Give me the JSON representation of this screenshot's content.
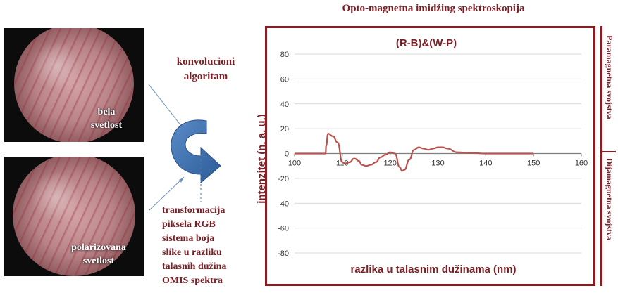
{
  "header": {
    "title": "Opto-magnetna imidžing spektroskopija"
  },
  "photos": {
    "top_label": "bela\nsvetlost",
    "bottom_label": "polarizovana\nsvetlost"
  },
  "labels": {
    "algorithm": "konvolucioni\nalgoritam",
    "transform": "transformacija\npiksela RGB\nsistema boja\nslike u razliku\ntalasnih dužina\nOMIS spektra"
  },
  "side": {
    "paramagnetic": "Paramagnetna svojstva",
    "diamagnetic": "Dijamagnetna svojstva"
  },
  "chart_data": {
    "type": "line",
    "title": "(R-B)&(W-P)",
    "xlabel": "razlika u talasnim dužinama (nm)",
    "ylabel": "intenzitet (n. a. u.)",
    "xlim": [
      100,
      160
    ],
    "ylim": [
      -80,
      80
    ],
    "xticks": [
      100,
      110,
      120,
      130,
      140,
      150,
      160
    ],
    "yticks": [
      80,
      60,
      40,
      20,
      0,
      -20,
      -40,
      -60,
      -80
    ],
    "grid": true,
    "color": "#b85450",
    "series": [
      {
        "x": [
          100,
          106.5,
          106.6,
          107,
          108,
          109,
          110,
          110.5,
          111.5,
          112.5,
          113.5,
          114,
          115,
          116,
          117,
          118,
          119,
          120,
          121,
          122,
          122.5,
          123,
          124,
          125,
          126,
          127,
          128,
          129,
          130,
          131,
          132,
          134,
          137,
          140,
          145,
          150
        ],
        "y": [
          0,
          0,
          6,
          16,
          14,
          9,
          -7,
          -8,
          -7,
          -4,
          -6,
          -9,
          -10,
          -9,
          -7,
          -3,
          -1,
          1,
          0,
          -11,
          -14,
          -13,
          -5,
          3,
          5,
          4,
          3,
          4,
          5,
          5,
          4,
          1,
          0.5,
          0,
          0,
          0
        ]
      }
    ]
  }
}
